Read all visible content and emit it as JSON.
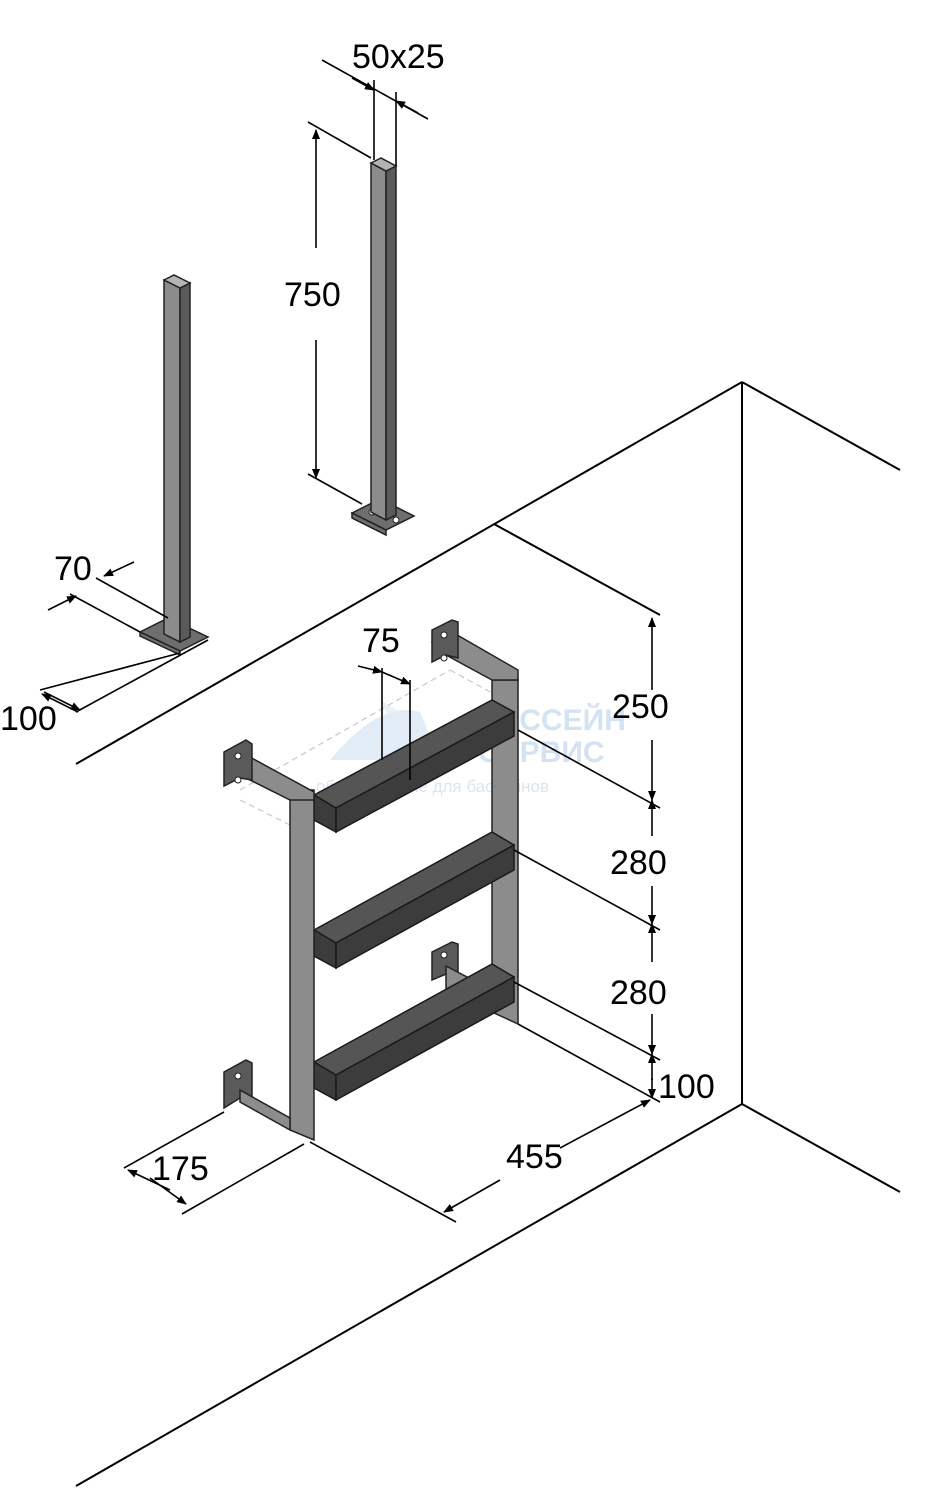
{
  "watermark": {
    "line1": "БАССЕЙН",
    "line2": "СЕРВИС",
    "line3": "оборудование для бассейнов"
  },
  "dimensions": {
    "profile": "50x25",
    "post_height": "750",
    "plate_width": "70",
    "plate_length": "100",
    "step_depth": "75",
    "top_offset": "250",
    "step_gap_1": "280",
    "step_gap_2": "280",
    "bottom_offset": "100",
    "width": "455",
    "wall_offset": "175"
  },
  "colors": {
    "metal": "#8c8c8c",
    "metal_dark": "#5a5a5a",
    "line": "#000000"
  }
}
